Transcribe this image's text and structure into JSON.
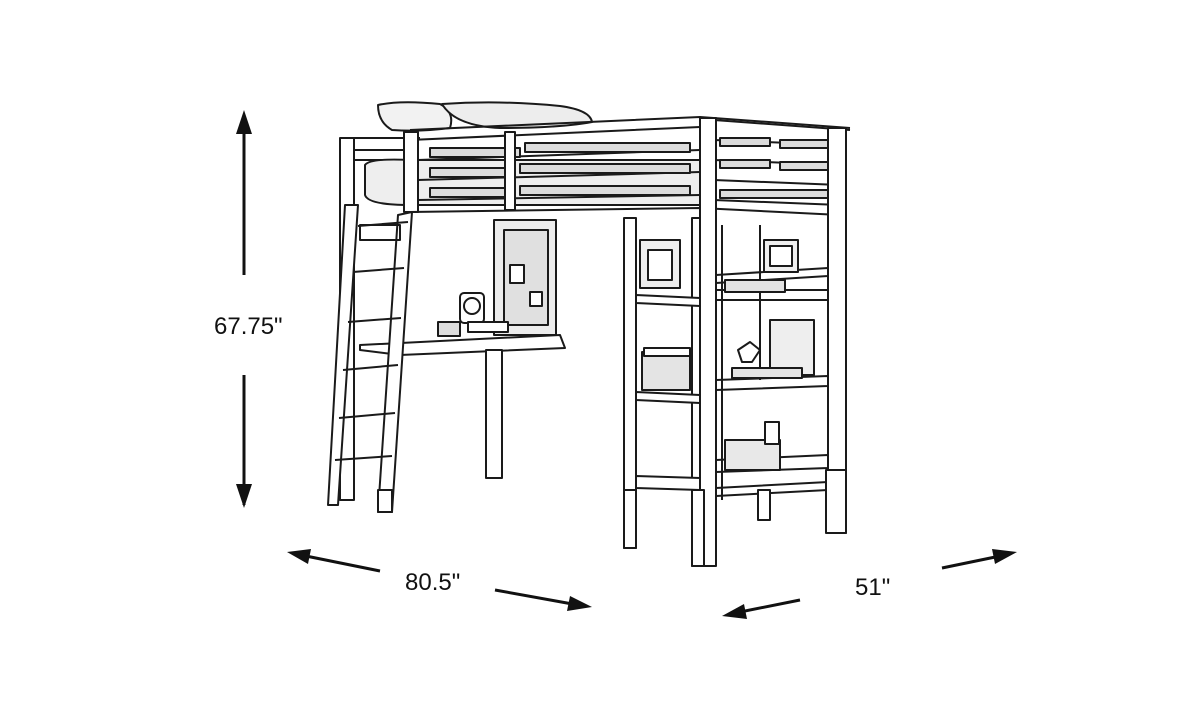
{
  "dimensions": {
    "height": "67.75\"",
    "width": "80.5\"",
    "depth": "51\""
  },
  "colors": {
    "line": "#1a1a1a",
    "fill": "#ffffff",
    "shade": "#e6e6e6"
  }
}
